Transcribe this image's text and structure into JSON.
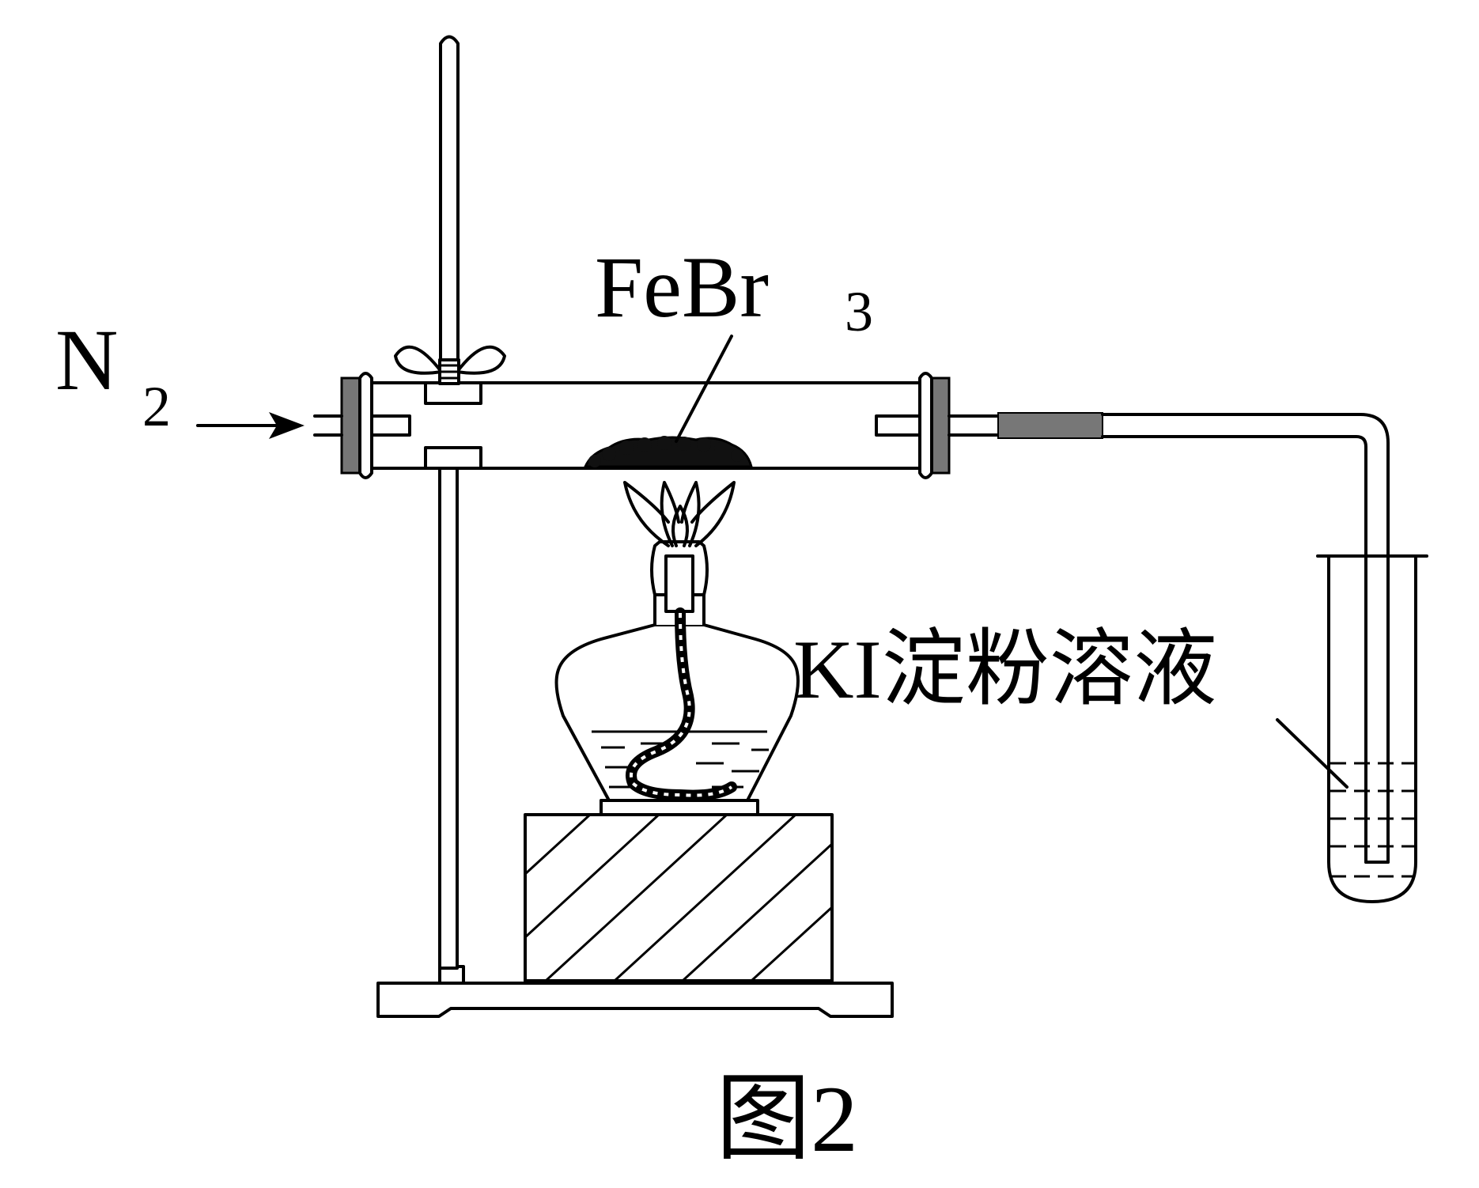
{
  "figure": {
    "caption": "图2",
    "labels": {
      "gas_inlet": "N",
      "gas_inlet_subscript": "2",
      "reagent_main": "FeBr",
      "reagent_subscript": "3",
      "solution": "KI淀粉溶液"
    }
  }
}
